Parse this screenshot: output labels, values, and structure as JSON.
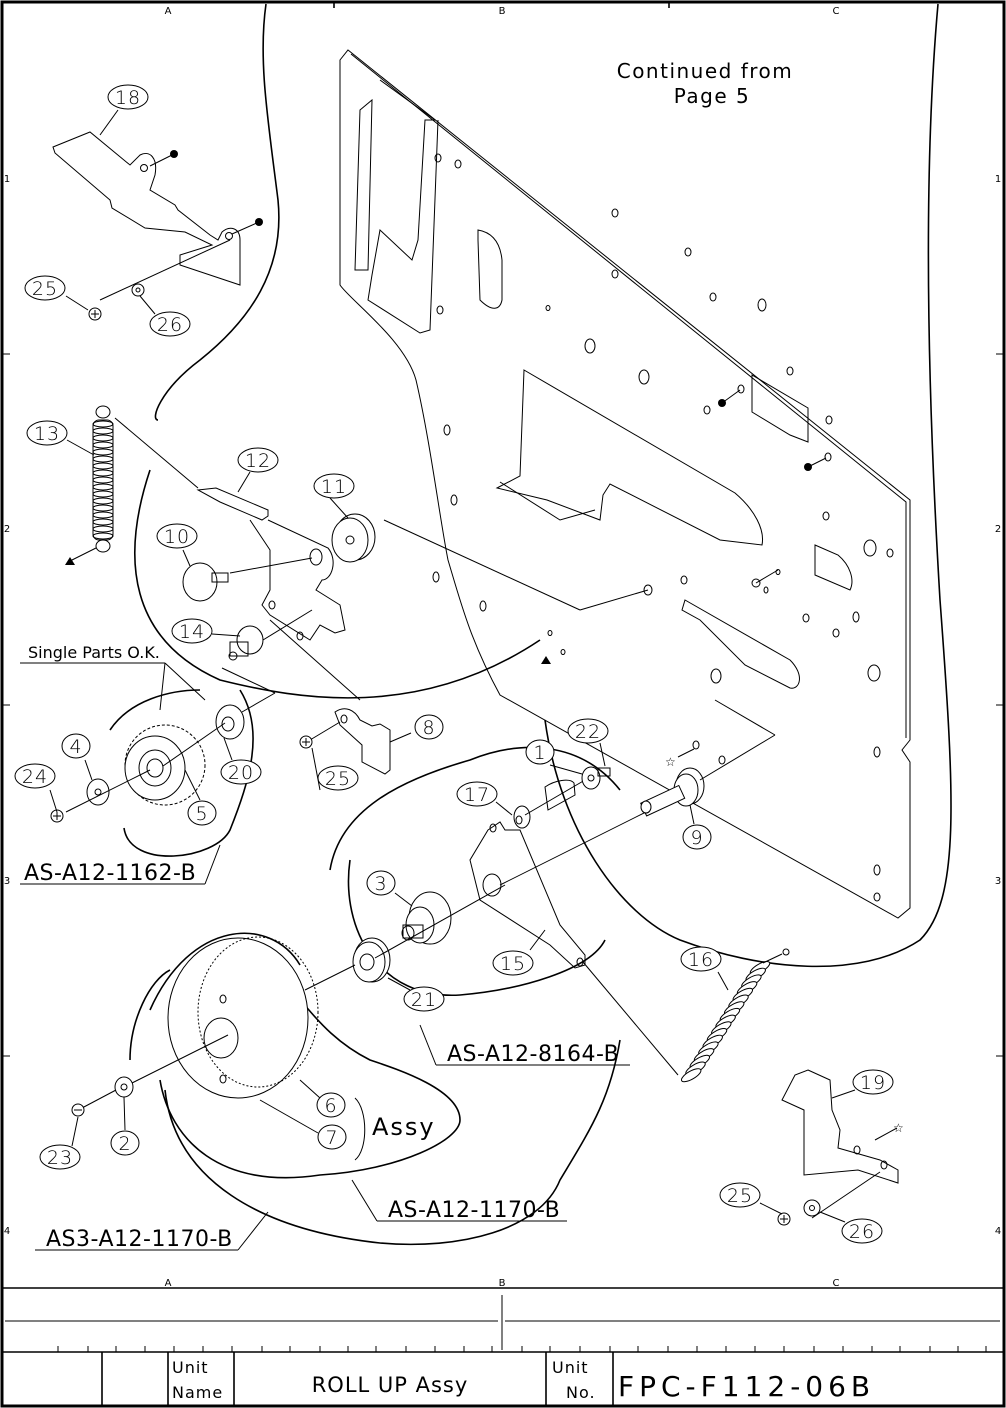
{
  "drawing": {
    "continued_note": [
      "Continued from",
      "Page 5"
    ],
    "zone_columns": [
      "A",
      "B",
      "C"
    ],
    "zone_rows": [
      "1",
      "2",
      "3",
      "4"
    ],
    "single_parts_note": "Single Parts O.K.",
    "assy_label": "Assy",
    "callouts": [
      {
        "id": "18"
      },
      {
        "id": "25"
      },
      {
        "id": "26"
      },
      {
        "id": "13"
      },
      {
        "id": "12"
      },
      {
        "id": "11"
      },
      {
        "id": "10"
      },
      {
        "id": "14"
      },
      {
        "id": "4"
      },
      {
        "id": "24"
      },
      {
        "id": "20"
      },
      {
        "id": "5"
      },
      {
        "id": "25"
      },
      {
        "id": "8"
      },
      {
        "id": "1"
      },
      {
        "id": "22"
      },
      {
        "id": "17"
      },
      {
        "id": "9"
      },
      {
        "id": "3"
      },
      {
        "id": "15"
      },
      {
        "id": "21"
      },
      {
        "id": "16"
      },
      {
        "id": "6"
      },
      {
        "id": "7"
      },
      {
        "id": "2"
      },
      {
        "id": "23"
      },
      {
        "id": "19"
      },
      {
        "id": "25"
      },
      {
        "id": "26"
      }
    ],
    "assemblies": [
      {
        "code": "AS-A12-1162-B"
      },
      {
        "code": "AS-A12-8164-B"
      },
      {
        "code": "AS-A12-1170-B"
      },
      {
        "code": "AS3-A12-1170-B"
      }
    ]
  },
  "title_block": {
    "unit_name_label": [
      "Unit",
      "Name"
    ],
    "unit_name": "ROLL UP Assy",
    "unit_no_label": [
      "Unit",
      "No."
    ],
    "unit_no": "FPC-F112-06B"
  }
}
